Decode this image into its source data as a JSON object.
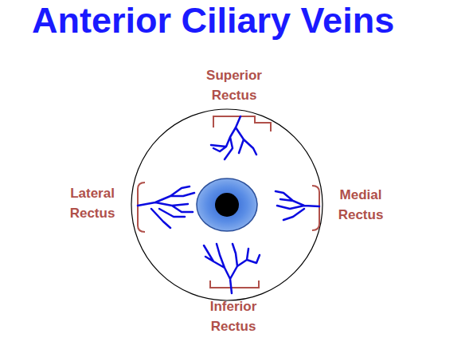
{
  "diagram": {
    "title": "Anterior Ciliary Veins",
    "labels": [
      "Superior Rectus",
      "Lateral Rectus",
      "Medial Rectus",
      "Inferior Rectus"
    ]
  }
}
